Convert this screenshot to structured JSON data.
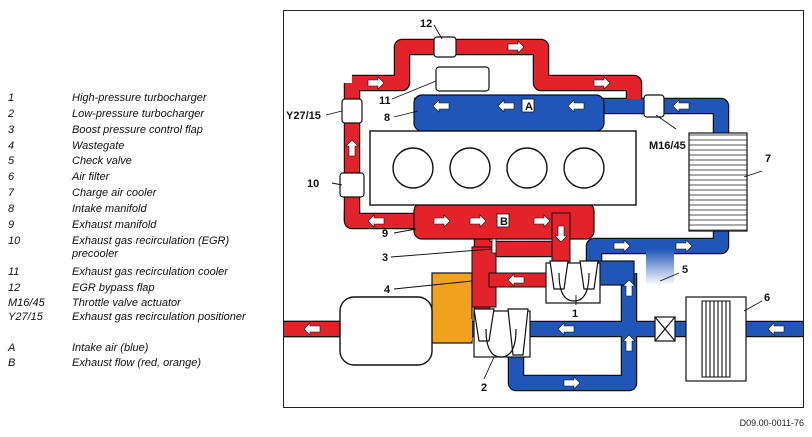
{
  "legend": [
    {
      "key": "1",
      "text": "High-pressure turbocharger"
    },
    {
      "key": "2",
      "text": "Low-pressure turbocharger"
    },
    {
      "key": "3",
      "text": "Boost pressure control flap"
    },
    {
      "key": "4",
      "text": "Wastegate"
    },
    {
      "key": "5",
      "text": "Check valve"
    },
    {
      "key": "6",
      "text": "Air filter"
    },
    {
      "key": "7",
      "text": "Charge air cooler"
    },
    {
      "key": "8",
      "text": "Intake manifold"
    },
    {
      "key": "9",
      "text": "Exhaust manifold"
    },
    {
      "key": "10",
      "text": "Exhaust gas recirculation (EGR) precooler"
    },
    {
      "key": "11",
      "text": "Exhaust gas recirculation cooler"
    },
    {
      "key": "12",
      "text": "EGR bypass flap"
    },
    {
      "key": "M16/45",
      "text": "Throttle valve actuator"
    },
    {
      "key": "Y27/15",
      "text": "Exhaust gas recirculation positioner"
    },
    {
      "key": "A",
      "text": "Intake air (blue)"
    },
    {
      "key": "B",
      "text": "Exhaust flow (red, orange)"
    }
  ],
  "callouts": {
    "c12": "12",
    "c11": "11",
    "cY2715": "Y27/15",
    "c8": "8",
    "cA": "A",
    "cM1645": "M16/45",
    "c7": "7",
    "c10": "10",
    "cB": "B",
    "c9": "9",
    "c3": "3",
    "c5": "5",
    "c4": "4",
    "c1": "1",
    "c6": "6",
    "c2": "2"
  },
  "doc_code": "D09.00-0011-76",
  "colors": {
    "intake": "#1f56b8",
    "exhaust": "#e4222a",
    "exhaust_alt": "#f0a11e",
    "outline": "#111111"
  }
}
